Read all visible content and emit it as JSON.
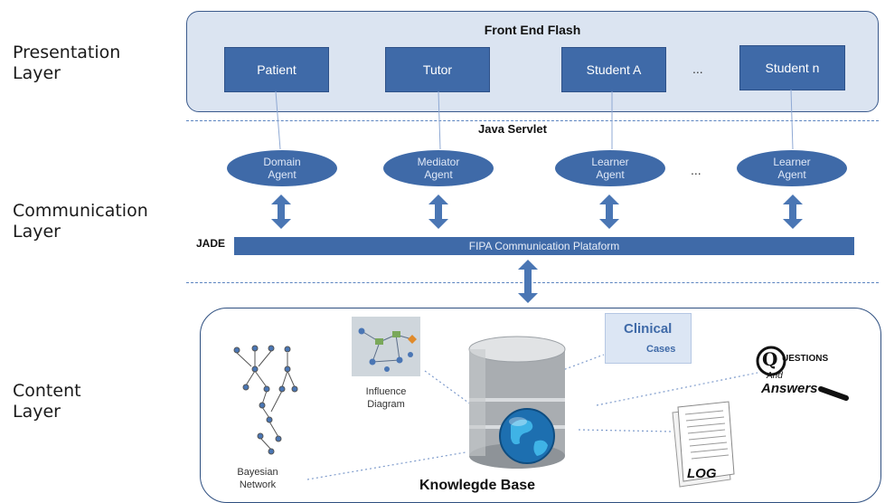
{
  "layers": {
    "presentation": "Presentation\nLayer",
    "communication": "Communication\nLayer",
    "content": "Content\nLayer"
  },
  "presentation_panel": {
    "title": "Front End Flash",
    "boxes": [
      "Patient",
      "Tutor",
      "Student A",
      "Student n"
    ],
    "ellipsis": "..."
  },
  "servlet_label": "Java Servlet",
  "agents": [
    "Domain\nAgent",
    "Mediator\nAgent",
    "Learner\nAgent",
    "Learner\nAgent"
  ],
  "agents_ellipsis": "...",
  "jade_label": "JADE",
  "fipa_label": "FIPA Communication Plataform",
  "content": {
    "bayesian_label": "Bayesian\nNetwork",
    "influence_label": "Influence\nDiagram",
    "clinical_title": "Clinical",
    "clinical_sub": "Cases",
    "qa_q": "Q",
    "qa_uestions": "UESTIONS",
    "qa_and": "And",
    "qa_answers": "Answers",
    "log_label": "LOG",
    "kb_label": "Knowlegde Base"
  },
  "colors": {
    "accent": "#3f6aa8",
    "panel_fill": "#dbe4f1",
    "dash": "#5b84c0"
  }
}
